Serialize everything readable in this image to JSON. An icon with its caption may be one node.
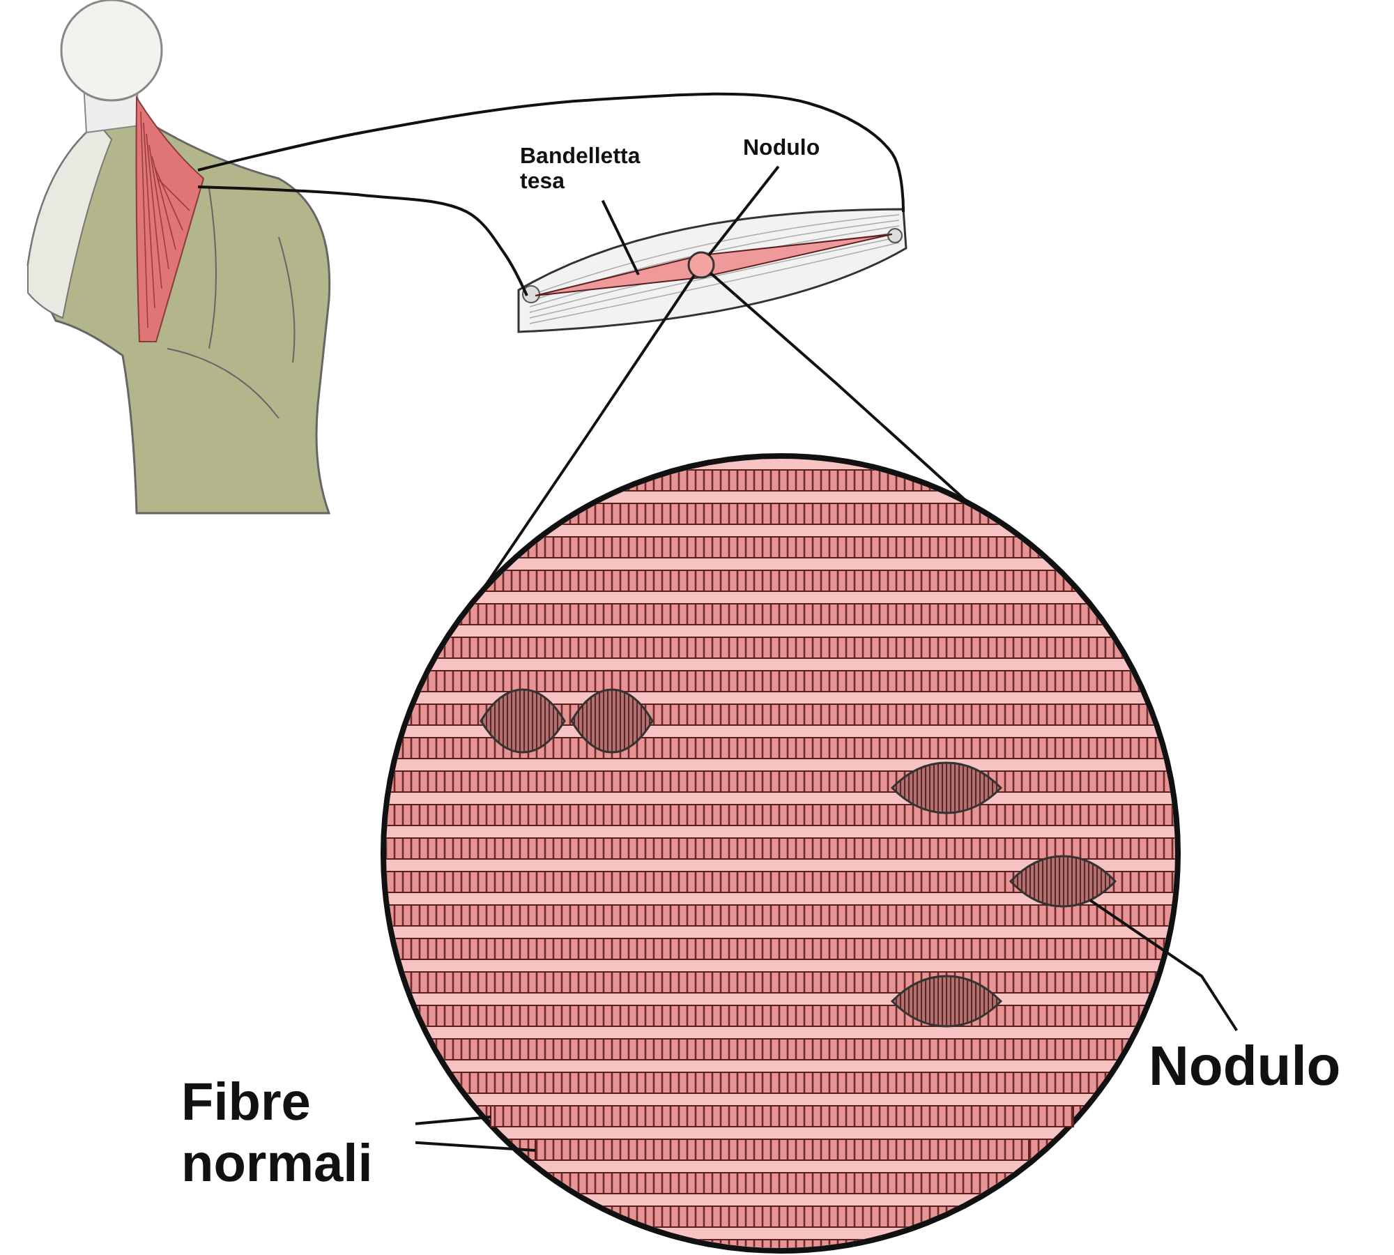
{
  "diagram": {
    "nodes": [
      {
        "text": [],
        "shape": "picture"
      },
      {
        "text": [],
        "shape": "picture"
      },
      {
        "text": [],
        "shape": "bar",
        "in": 1
      },
      {
        "text": [],
        "shape": "circle",
        "in": 2
      },
      {
        "text": [
          "Bandelletta tesa"
        ]
      },
      {
        "text": [
          "Nodulo"
        ]
      },
      {
        "text": [],
        "shape": "circle"
      },
      {
        "text": [],
        "shape": "picture",
        "in": 6
      },
      {
        "text": [],
        "shape": "picture",
        "in": 6
      },
      {
        "text": [],
        "shape": "picture",
        "in": 6
      },
      {
        "text": [],
        "shape": "picture",
        "in": 6
      },
      {
        "text": [],
        "shape": "picture",
        "in": 6
      },
      {
        "text": [],
        "shape": "bar",
        "in": 6
      },
      {
        "text": [],
        "shape": "bar",
        "in": 6
      },
      {
        "text": [
          "Nodulo"
        ]
      },
      {
        "text": [
          "Fibre normali"
        ]
      }
    ],
    "edges": [
      {
        "from": 0,
        "to": 1,
        "arrow": "none"
      },
      {
        "from": 0,
        "to": 1,
        "arrow": "none"
      },
      {
        "from": 4,
        "to": 2,
        "arrow": "none"
      },
      {
        "from": 5,
        "to": 3,
        "arrow": "none"
      },
      {
        "from": 3,
        "to": 6,
        "arrow": "none"
      },
      {
        "from": 3,
        "to": 6,
        "arrow": "none"
      },
      {
        "from": 14,
        "to": 10,
        "arrow": "none"
      },
      {
        "from": 15,
        "to": 12,
        "arrow": "none"
      },
      {
        "from": 15,
        "to": 13,
        "arrow": "none"
      }
    ]
  }
}
